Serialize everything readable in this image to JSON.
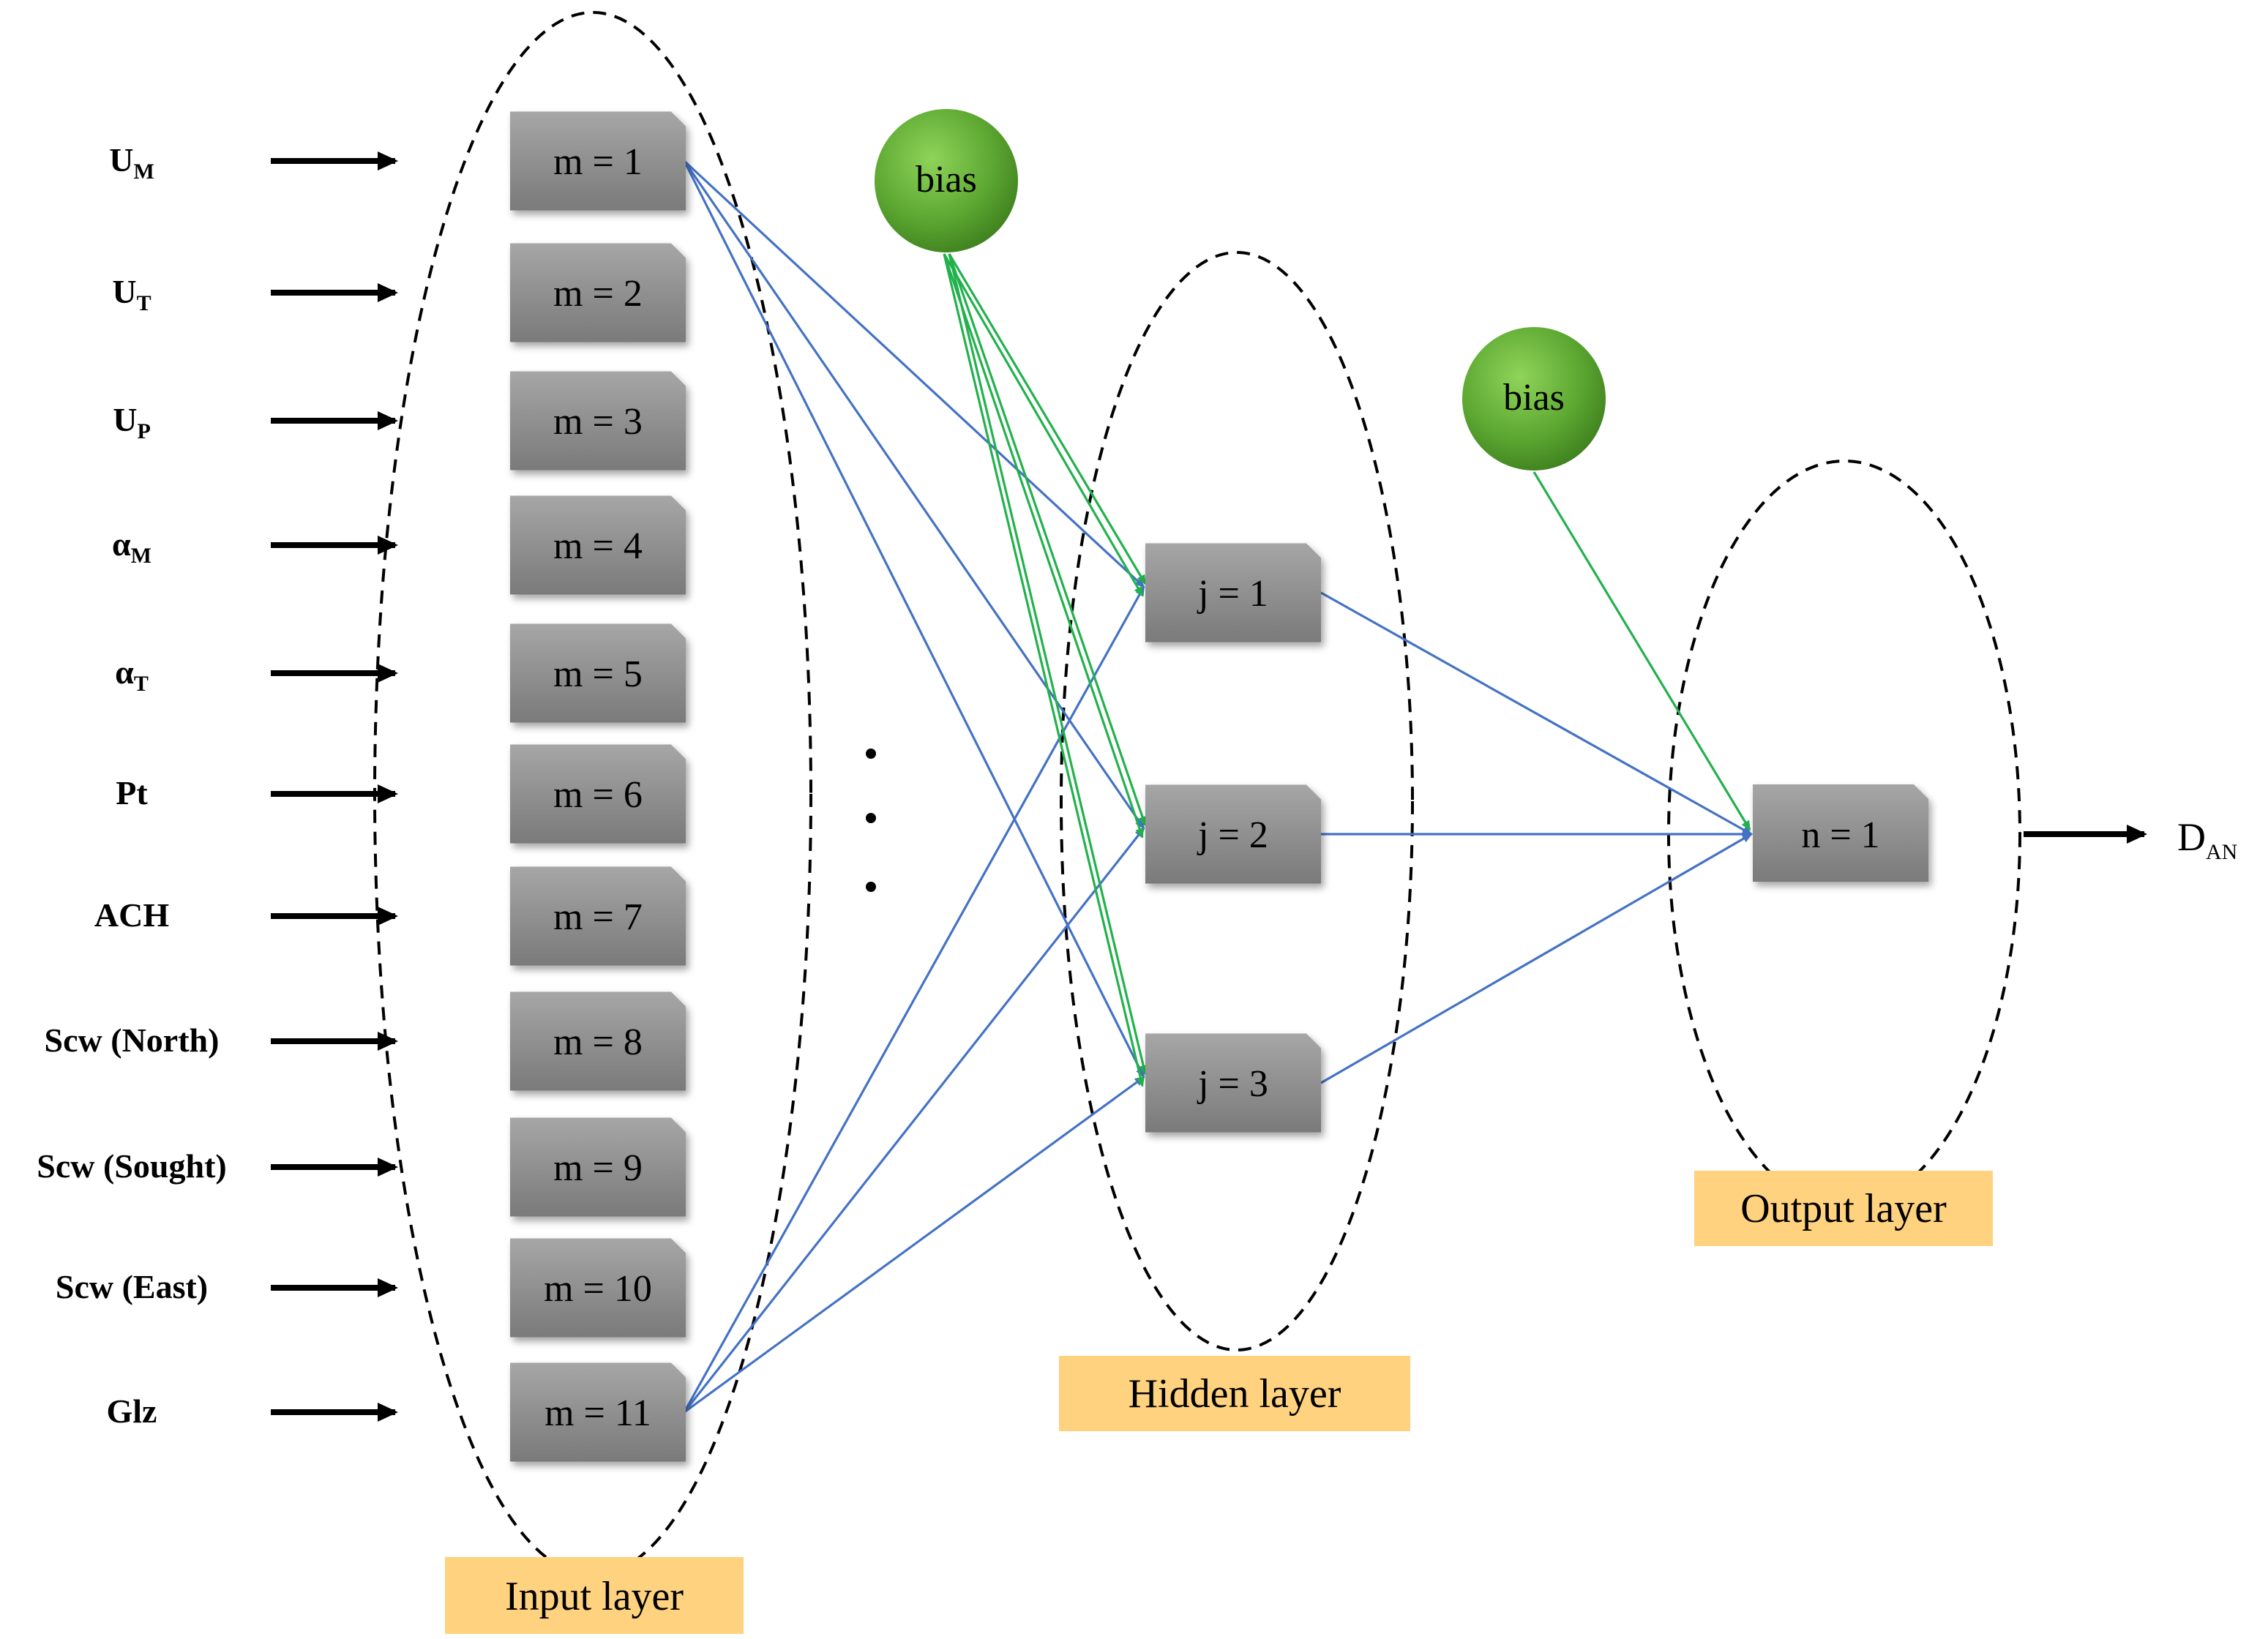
{
  "inputs": [
    {
      "main": "U",
      "sub": "M"
    },
    {
      "main": "U",
      "sub": "T"
    },
    {
      "main": "U",
      "sub": "P"
    },
    {
      "main": "α",
      "sub": "M"
    },
    {
      "main": "α",
      "sub": "T"
    },
    {
      "main": "Pt",
      "sub": ""
    },
    {
      "main": "ACH",
      "sub": ""
    },
    {
      "main": "Scw (North)",
      "sub": ""
    },
    {
      "main": "Scw (Sought)",
      "sub": ""
    },
    {
      "main": "Scw (East)",
      "sub": ""
    },
    {
      "main": "Glz",
      "sub": ""
    }
  ],
  "input_nodes": [
    "m = 1",
    "m = 2",
    "m = 3",
    "m = 4",
    "m = 5",
    "m = 6",
    "m = 7",
    "m = 8",
    "m = 9",
    "m = 10",
    "m = 11"
  ],
  "hidden_nodes": [
    "j = 1",
    "j = 2",
    "j = 3"
  ],
  "output_node": "n = 1",
  "bias_label": "bias",
  "layers": {
    "input": "Input layer",
    "hidden": "Hidden layer",
    "output": "Output layer"
  },
  "output": {
    "main": "D",
    "sub": "AN"
  },
  "colors": {
    "node_fill": "#8C8C8C",
    "bias_fill": "#5DA832",
    "layer_label_fill": "#FFD27F",
    "weight_line": "#4472C4",
    "bias_line": "#22B14C"
  }
}
